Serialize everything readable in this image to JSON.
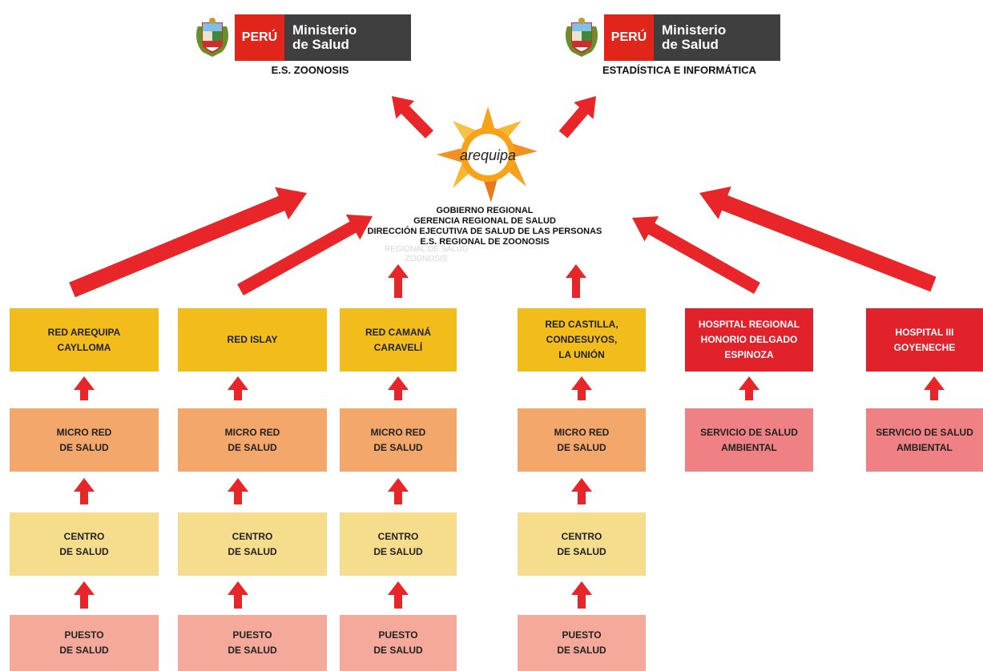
{
  "logos": [
    {
      "peru": "PERÚ",
      "line1": "Ministerio",
      "line2": "de Salud",
      "caption": "E.S. ZOONOSIS"
    },
    {
      "peru": "PERÚ",
      "line1": "Ministerio",
      "line2": "de Salud",
      "caption": "ESTADÍSTICA E INFORMÁTICA"
    }
  ],
  "center": {
    "logo_text": "arequipa",
    "lines": [
      "GOBIERNO REGIONAL",
      "GERENCIA REGIONAL DE SALUD",
      "DIRECCIÓN EJECUTIVA DE SALUD DE LAS PERSONAS",
      "E.S. REGIONAL DE ZOONOSIS"
    ],
    "faded": [
      "REGIONAL DE SALUD",
      "ZOONOSIS"
    ]
  },
  "networks": [
    {
      "top": "RED AREQUIPA\nCAYLLOMA",
      "micro": "MICRO RED\nDE SALUD",
      "centro": "CENTRO\nDE SALUD",
      "puesto": "PUESTO\nDE SALUD"
    },
    {
      "top": "RED ISLAY",
      "micro": "MICRO RED\nDE SALUD",
      "centro": "CENTRO\nDE SALUD",
      "puesto": "PUESTO\nDE SALUD"
    },
    {
      "top": "RED CAMANÁ\nCARAVELÍ",
      "micro": "MICRO RED\nDE SALUD",
      "centro": "CENTRO\nDE SALUD",
      "puesto": "PUESTO\nDE SALUD"
    },
    {
      "top": "RED CASTILLA,\nCONDESUYOS,\nLA UNIÓN",
      "micro": "MICRO RED\nDE SALUD",
      "centro": "CENTRO\nDE SALUD",
      "puesto": "PUESTO\nDE SALUD"
    }
  ],
  "hospitals": [
    {
      "name": "HOSPITAL REGIONAL\nHONORIO DELGADO\nESPINOZA",
      "service": "SERVICIO DE SALUD\nAMBIENTAL"
    },
    {
      "name": "HOSPITAL III\nGOYENECHE",
      "service": "SERVICIO DE SALUD\nAMBIENTAL"
    }
  ],
  "colors": {
    "arrow": "#e8262a",
    "red_level": "#f2bd1b",
    "micro_red": "#f4a76a",
    "centro": "#f6dd8e",
    "puesto": "#f4a99a",
    "hospital": "#e2222a",
    "servicio": "#ef8083",
    "ministry_red": "#e1251b",
    "ministry_gray": "#3f3f3f"
  }
}
